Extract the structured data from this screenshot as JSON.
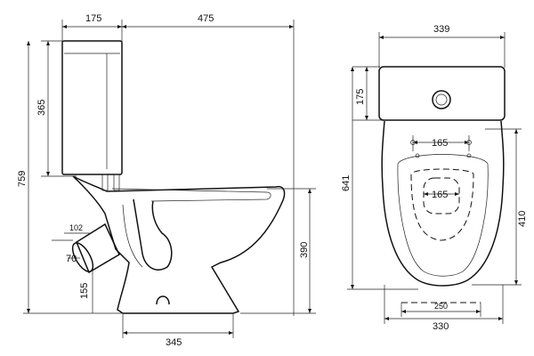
{
  "side_view": {
    "dims": {
      "tank_width": "175",
      "depth": "475",
      "tank_height": "365",
      "total_height": "759",
      "outlet_height": "390",
      "inlet_diameter": "102",
      "outlet_diameter": "70",
      "floor_to_outlet": "155",
      "base_width": "345"
    }
  },
  "top_view": {
    "dims": {
      "width": "339",
      "tank_depth": "175",
      "length": "641",
      "mount_spacing": "165",
      "seat_ring": "165",
      "bowl_length": "410",
      "base_inner": "250",
      "base_outer": "330"
    }
  }
}
